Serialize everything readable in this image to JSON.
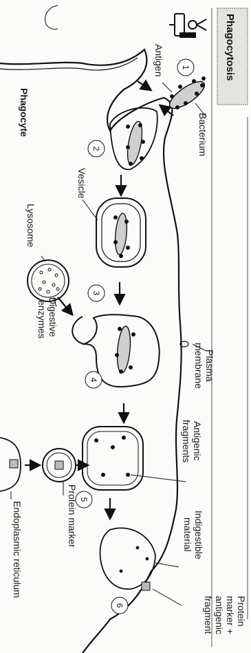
{
  "title": "Phagocytosis",
  "cell_label": "Phagocyte",
  "labels": {
    "antigen": "Antigen",
    "bacterium": "Bacterium",
    "vesicle": "Vesicle",
    "lysosome": "Lysosome",
    "digestive_1": "Digestive",
    "digestive_2": "enzymes",
    "plasma_1": "Plasma",
    "plasma_2": "membrane",
    "antigenic_1": "Antigenic",
    "antigenic_2": "fragments",
    "indigestible_1": "Indigestible",
    "indigestible_2": "material",
    "protein_marker": "Protein marker",
    "er": "Endoplasmic reticulum",
    "pm_frag_1": "Protein",
    "pm_frag_2": "marker +",
    "pm_frag_3": "antigenic",
    "pm_frag_4": "fragment"
  },
  "steps": [
    "1",
    "2",
    "3",
    "4",
    "5",
    "6"
  ],
  "icon": "microscope-icon"
}
